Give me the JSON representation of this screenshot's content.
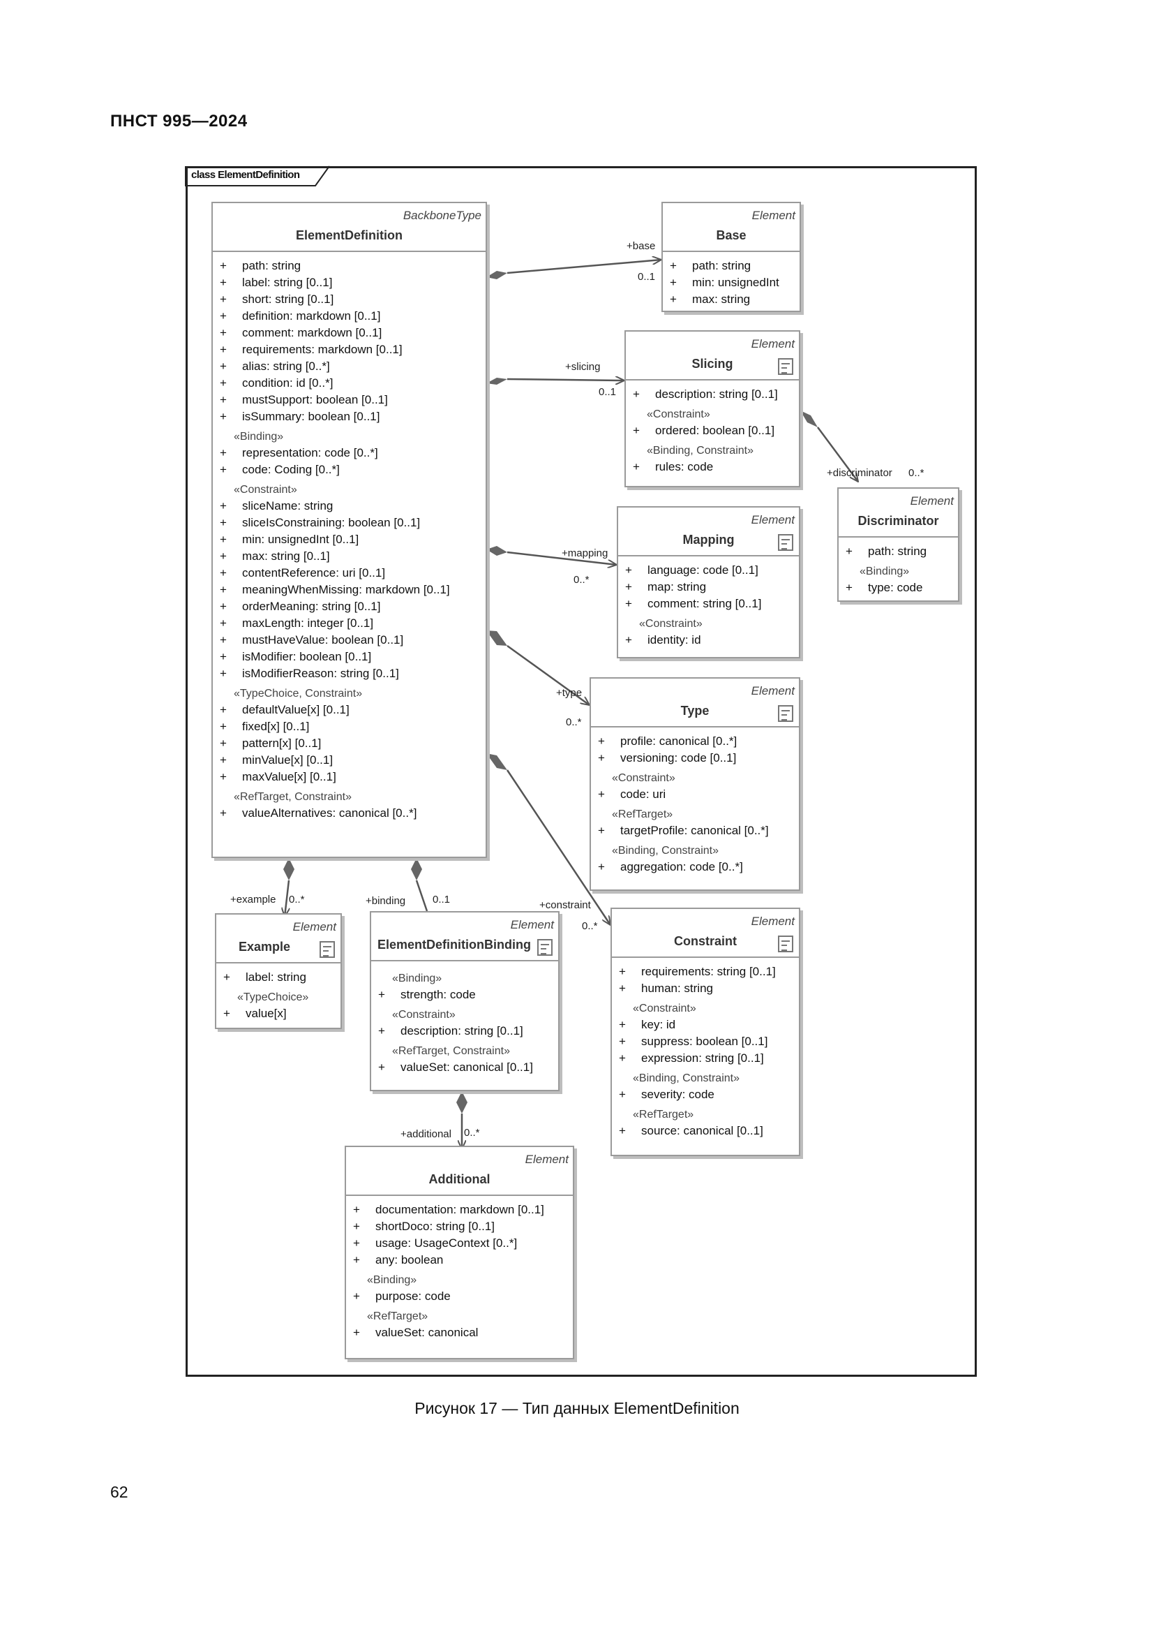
{
  "header": "ПНСТ 995—2024",
  "frame_title": "class ElementDefinition",
  "caption": "Рисунок 17 — Тип данных ElementDefinition",
  "page_number": "62",
  "classes": {
    "elementdefinition": {
      "stereotype": "BackboneType",
      "name": "ElementDefinition",
      "items": [
        {
          "a": "path: string"
        },
        {
          "a": "label: string [0..1]"
        },
        {
          "a": "short: string [0..1]"
        },
        {
          "a": "definition: markdown [0..1]"
        },
        {
          "a": "comment: markdown [0..1]"
        },
        {
          "a": "requirements: markdown [0..1]"
        },
        {
          "a": "alias: string [0..*]"
        },
        {
          "a": "condition: id [0..*]"
        },
        {
          "a": "mustSupport: boolean [0..1]"
        },
        {
          "a": "isSummary: boolean [0..1]"
        },
        {
          "g": "«Binding»"
        },
        {
          "a": "representation: code [0..*]"
        },
        {
          "a": "code: Coding [0..*]"
        },
        {
          "g": "«Constraint»"
        },
        {
          "a": "sliceName: string"
        },
        {
          "a": "sliceIsConstraining: boolean [0..1]"
        },
        {
          "a": "min: unsignedInt [0..1]"
        },
        {
          "a": "max: string [0..1]"
        },
        {
          "a": "contentReference: uri [0..1]"
        },
        {
          "a": "meaningWhenMissing: markdown [0..1]"
        },
        {
          "a": "orderMeaning: string [0..1]"
        },
        {
          "a": "maxLength: integer [0..1]"
        },
        {
          "a": "mustHaveValue: boolean [0..1]"
        },
        {
          "a": "isModifier: boolean [0..1]"
        },
        {
          "a": "isModifierReason: string [0..1]"
        },
        {
          "g": "«TypeChoice, Constraint»"
        },
        {
          "a": "defaultValue[x] [0..1]"
        },
        {
          "a": "fixed[x] [0..1]"
        },
        {
          "a": "pattern[x] [0..1]"
        },
        {
          "a": "minValue[x] [0..1]"
        },
        {
          "a": "maxValue[x] [0..1]"
        },
        {
          "g": "«RefTarget, Constraint»"
        },
        {
          "a": "valueAlternatives: canonical [0..*]"
        }
      ]
    },
    "base": {
      "stereotype": "Element",
      "name": "Base",
      "items": [
        {
          "a": "path: string"
        },
        {
          "a": "min: unsignedInt"
        },
        {
          "a": "max: string"
        }
      ]
    },
    "slicing": {
      "stereotype": "Element",
      "name": "Slicing",
      "items": [
        {
          "a": "description: string [0..1]"
        },
        {
          "g": "«Constraint»"
        },
        {
          "a": "ordered: boolean [0..1]"
        },
        {
          "g": "«Binding, Constraint»"
        },
        {
          "a": "rules: code"
        }
      ]
    },
    "discriminator": {
      "stereotype": "Element",
      "name": "Discriminator",
      "items": [
        {
          "a": "path: string"
        },
        {
          "g": "«Binding»"
        },
        {
          "a": "type: code"
        }
      ]
    },
    "mapping": {
      "stereotype": "Element",
      "name": "Mapping",
      "items": [
        {
          "a": "language: code [0..1]"
        },
        {
          "a": "map: string"
        },
        {
          "a": "comment: string [0..1]"
        },
        {
          "g": "«Constraint»"
        },
        {
          "a": "identity: id"
        }
      ]
    },
    "type": {
      "stereotype": "Element",
      "name": "Type",
      "items": [
        {
          "a": "profile: canonical [0..*]"
        },
        {
          "a": "versioning: code [0..1]"
        },
        {
          "g": "«Constraint»"
        },
        {
          "a": "code: uri"
        },
        {
          "g": "«RefTarget»"
        },
        {
          "a": "targetProfile: canonical [0..*]"
        },
        {
          "g": "«Binding, Constraint»"
        },
        {
          "a": "aggregation: code [0..*]"
        }
      ]
    },
    "example": {
      "stereotype": "Element",
      "name": "Example",
      "items": [
        {
          "a": "label: string"
        },
        {
          "g": "«TypeChoice»"
        },
        {
          "a": "value[x]"
        }
      ]
    },
    "binding": {
      "stereotype": "Element",
      "name": "ElementDefinitionBinding",
      "items": [
        {
          "g": "«Binding»"
        },
        {
          "a": "strength: code"
        },
        {
          "g": "«Constraint»"
        },
        {
          "a": "description: string [0..1]"
        },
        {
          "g": "«RefTarget, Constraint»"
        },
        {
          "a": "valueSet: canonical [0..1]"
        }
      ]
    },
    "constraint": {
      "stereotype": "Element",
      "name": "Constraint",
      "items": [
        {
          "a": "requirements: string [0..1]"
        },
        {
          "a": "human: string"
        },
        {
          "g": "«Constraint»"
        },
        {
          "a": "key: id"
        },
        {
          "a": "suppress: boolean [0..1]"
        },
        {
          "a": "expression: string [0..1]"
        },
        {
          "g": "«Binding, Constraint»"
        },
        {
          "a": "severity: code"
        },
        {
          "g": "«RefTarget»"
        },
        {
          "a": "source: canonical [0..1]"
        }
      ]
    },
    "additional": {
      "stereotype": "Element",
      "name": "Additional",
      "items": [
        {
          "a": "documentation: markdown [0..1]"
        },
        {
          "a": "shortDoco: string [0..1]"
        },
        {
          "a": "usage: UsageContext [0..*]"
        },
        {
          "a": "any: boolean"
        },
        {
          "g": "«Binding»"
        },
        {
          "a": "purpose: code"
        },
        {
          "g": "«RefTarget»"
        },
        {
          "a": "valueSet: canonical"
        }
      ]
    }
  },
  "links": {
    "base_role": "+base",
    "base_mult": "0..1",
    "slicing_role": "+slicing",
    "slicing_mult": "0..1",
    "discriminator_role": "+discriminator",
    "discriminator_mult": "0..*",
    "mapping_role": "+mapping",
    "mapping_mult": "0..*",
    "type_role": "+type",
    "type_mult": "0..*",
    "constraint_role": "+constraint",
    "constraint_mult": "0..*",
    "example_role": "+example",
    "example_mult": "0..*",
    "binding_role": "+binding",
    "binding_mult": "0..1",
    "additional_role": "+additional",
    "additional_mult": "0..*"
  }
}
